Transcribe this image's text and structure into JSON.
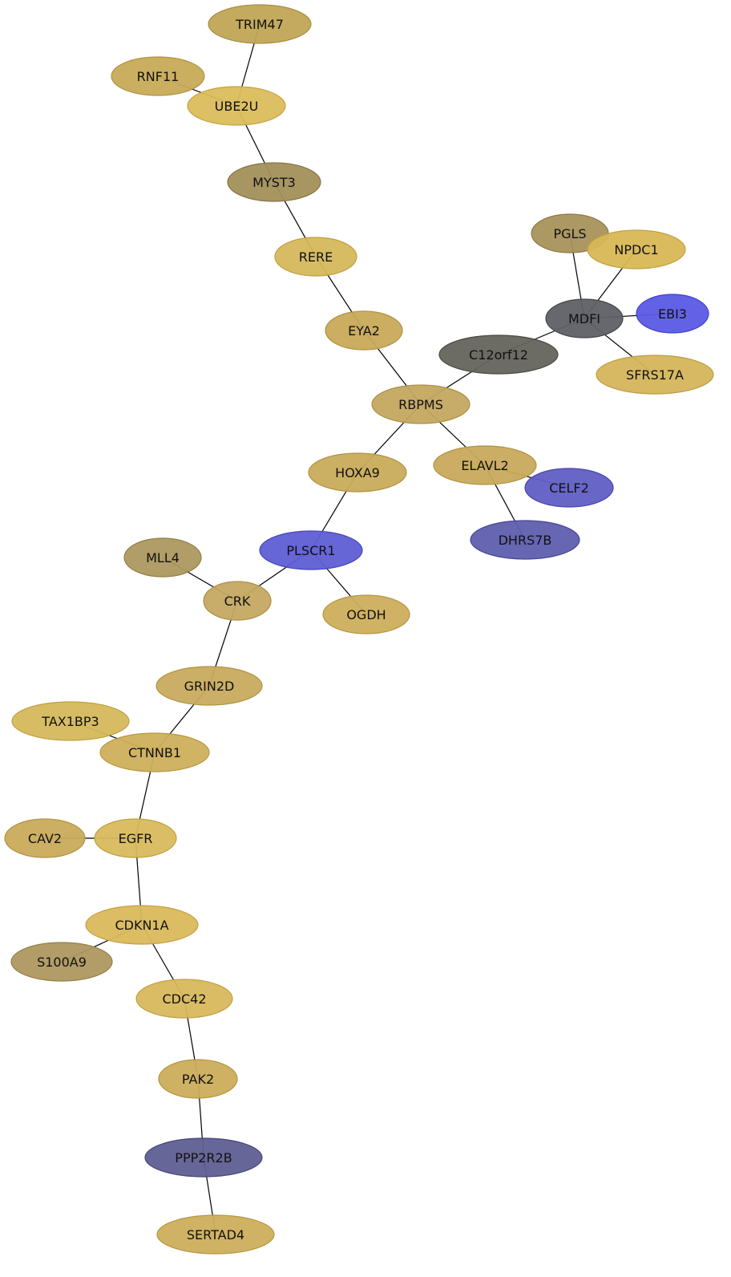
{
  "nodes": [
    {
      "id": "TRIM47",
      "label": "TRIM47",
      "color": "#c0a555",
      "stroke": "#a88f40"
    },
    {
      "id": "RNF11",
      "label": "RNF11",
      "color": "#c8ab58",
      "stroke": "#b09340"
    },
    {
      "id": "UBE2U",
      "label": "UBE2U",
      "color": "#dbbc5c",
      "stroke": "#c4a540"
    },
    {
      "id": "MYST3",
      "label": "MYST3",
      "color": "#a28f5a",
      "stroke": "#877545"
    },
    {
      "id": "RERE",
      "label": "RERE",
      "color": "#d6b85c",
      "stroke": "#bea040"
    },
    {
      "id": "EYA2",
      "label": "EYA2",
      "color": "#c8aa5a",
      "stroke": "#b09240"
    },
    {
      "id": "PGLS",
      "label": "PGLS",
      "color": "#a8925a",
      "stroke": "#8f7a45"
    },
    {
      "id": "NPDC1",
      "label": "NPDC1",
      "color": "#d8b855",
      "stroke": "#c0a040"
    },
    {
      "id": "MDFI",
      "label": "MDFI",
      "color": "#5f6066",
      "stroke": "#45464c"
    },
    {
      "id": "EBI3",
      "label": "EBI3",
      "color": "#5a5ae6",
      "stroke": "#4040c8"
    },
    {
      "id": "C12orf12",
      "label": "C12orf12",
      "color": "#65645c",
      "stroke": "#4a4942"
    },
    {
      "id": "SFRS17A",
      "label": "SFRS17A",
      "color": "#d4b55a",
      "stroke": "#bc9c40"
    },
    {
      "id": "RBPMS",
      "label": "RBPMS",
      "color": "#c4a860",
      "stroke": "#ac9045"
    },
    {
      "id": "HOXA9",
      "label": "HOXA9",
      "color": "#c8ab5a",
      "stroke": "#b09340"
    },
    {
      "id": "ELAVL2",
      "label": "ELAVL2",
      "color": "#c8aa5c",
      "stroke": "#b09240"
    },
    {
      "id": "CELF2",
      "label": "CELF2",
      "color": "#605ec4",
      "stroke": "#4846aa"
    },
    {
      "id": "DHRS7B",
      "label": "DHRS7B",
      "color": "#5f5eae",
      "stroke": "#474694"
    },
    {
      "id": "PLSCR1",
      "label": "PLSCR1",
      "color": "#5e5ed4",
      "stroke": "#4646ba"
    },
    {
      "id": "MLL4",
      "label": "MLL4",
      "color": "#ad9860",
      "stroke": "#938045"
    },
    {
      "id": "CRK",
      "label": "CRK",
      "color": "#c4a862",
      "stroke": "#ac9047"
    },
    {
      "id": "OGDH",
      "label": "OGDH",
      "color": "#cdae5c",
      "stroke": "#b59640"
    },
    {
      "id": "GRIN2D",
      "label": "GRIN2D",
      "color": "#c8ab5e",
      "stroke": "#b09343"
    },
    {
      "id": "TAX1BP3",
      "label": "TAX1BP3",
      "color": "#d6b85c",
      "stroke": "#bea040"
    },
    {
      "id": "CTNNB1",
      "label": "CTNNB1",
      "color": "#ceb05c",
      "stroke": "#b69840"
    },
    {
      "id": "CAV2",
      "label": "CAV2",
      "color": "#c9ab5a",
      "stroke": "#b19340"
    },
    {
      "id": "EGFR",
      "label": "EGFR",
      "color": "#d8b95c",
      "stroke": "#c0a140"
    },
    {
      "id": "CDKN1A",
      "label": "CDKN1A",
      "color": "#dab95c",
      "stroke": "#c2a140"
    },
    {
      "id": "S100A9",
      "label": "S100A9",
      "color": "#ae9860",
      "stroke": "#948045"
    },
    {
      "id": "CDC42",
      "label": "CDC42",
      "color": "#d8b85c",
      "stroke": "#c0a040"
    },
    {
      "id": "PAK2",
      "label": "PAK2",
      "color": "#ccad5c",
      "stroke": "#b49540"
    },
    {
      "id": "PPP2R2B",
      "label": "PPP2R2B",
      "color": "#5f5e94",
      "stroke": "#47467a"
    },
    {
      "id": "SERTAD4",
      "label": "SERTAD4",
      "color": "#cdae5c",
      "stroke": "#b59640"
    }
  ],
  "edges": [
    [
      "TRIM47",
      "UBE2U"
    ],
    [
      "RNF11",
      "UBE2U"
    ],
    [
      "UBE2U",
      "MYST3"
    ],
    [
      "MYST3",
      "RERE"
    ],
    [
      "RERE",
      "EYA2"
    ],
    [
      "EYA2",
      "RBPMS"
    ],
    [
      "PGLS",
      "MDFI"
    ],
    [
      "NPDC1",
      "MDFI"
    ],
    [
      "MDFI",
      "EBI3"
    ],
    [
      "MDFI",
      "C12orf12"
    ],
    [
      "MDFI",
      "SFRS17A"
    ],
    [
      "C12orf12",
      "RBPMS"
    ],
    [
      "RBPMS",
      "HOXA9"
    ],
    [
      "RBPMS",
      "ELAVL2"
    ],
    [
      "ELAVL2",
      "CELF2"
    ],
    [
      "ELAVL2",
      "DHRS7B"
    ],
    [
      "HOXA9",
      "PLSCR1"
    ],
    [
      "PLSCR1",
      "CRK"
    ],
    [
      "PLSCR1",
      "OGDH"
    ],
    [
      "MLL4",
      "CRK"
    ],
    [
      "CRK",
      "GRIN2D"
    ],
    [
      "GRIN2D",
      "CTNNB1"
    ],
    [
      "TAX1BP3",
      "CTNNB1"
    ],
    [
      "CTNNB1",
      "EGFR"
    ],
    [
      "CAV2",
      "EGFR"
    ],
    [
      "EGFR",
      "CDKN1A"
    ],
    [
      "CDKN1A",
      "S100A9"
    ],
    [
      "CDKN1A",
      "CDC42"
    ],
    [
      "CDC42",
      "PAK2"
    ],
    [
      "PAK2",
      "PPP2R2B"
    ],
    [
      "PPP2R2B",
      "SERTAD4"
    ]
  ]
}
